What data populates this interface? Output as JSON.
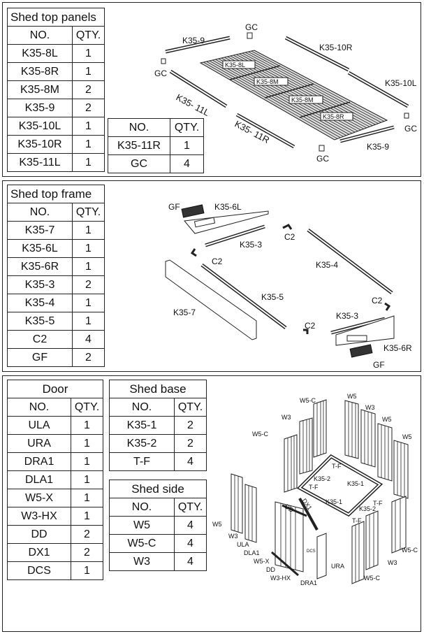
{
  "top_panels": {
    "title": "Shed top panels",
    "header_no": "NO.",
    "header_qty": "QTY.",
    "rows": [
      {
        "no": "K35-8L",
        "qty": "1"
      },
      {
        "no": "K35-8R",
        "qty": "1"
      },
      {
        "no": "K35-8M",
        "qty": "2"
      },
      {
        "no": "K35-9",
        "qty": "2"
      },
      {
        "no": "K35-10L",
        "qty": "1"
      },
      {
        "no": "K35-10R",
        "qty": "1"
      },
      {
        "no": "K35-11L",
        "qty": "1"
      }
    ],
    "extra_rows": [
      {
        "no": "K35-11R",
        "qty": "1"
      },
      {
        "no": "GC",
        "qty": "4"
      }
    ],
    "diagram_labels": {
      "k35_9_top": "K35-9",
      "gc_top": "GC",
      "k35_10r": "K35-10R",
      "k35_10l": "K35-10L",
      "gc_left": "GC",
      "k35_8l": "K35-8L",
      "k35_8m_a": "K35-8M",
      "k35_8m_b": "K35-8M",
      "k35_8r": "K35-8R",
      "k35_11l": "K35- 11L",
      "k35_11r": "K35- 11R",
      "gc_right": "GC",
      "k35_9_bottom": "K35-9",
      "gc_bottom": "GC"
    }
  },
  "top_frame": {
    "title": "Shed top frame",
    "header_no": "NO.",
    "header_qty": "QTY.",
    "rows": [
      {
        "no": "K35-7",
        "qty": "1"
      },
      {
        "no": "K35-6L",
        "qty": "1"
      },
      {
        "no": "K35-6R",
        "qty": "1"
      },
      {
        "no": "K35-3",
        "qty": "2"
      },
      {
        "no": "K35-4",
        "qty": "1"
      },
      {
        "no": "K35-5",
        "qty": "1"
      },
      {
        "no": "C2",
        "qty": "4"
      },
      {
        "no": "GF",
        "qty": "2"
      }
    ],
    "diagram_labels": {
      "gf_top": "GF",
      "k35_6l": "K35-6L",
      "c2_a": "C2",
      "k35_3_top": "K35-3",
      "c2_b": "C2",
      "k35_4": "K35-4",
      "k35_5": "K35-5",
      "k35_7": "K35-7",
      "c2_c": "C2",
      "k35_3_bottom": "K35-3",
      "c2_d": "C2",
      "k35_6r": "K35-6R",
      "gf_bottom": "GF"
    }
  },
  "door": {
    "title": "Door",
    "header_no": "NO.",
    "header_qty": "QTY.",
    "rows": [
      {
        "no": "ULA",
        "qty": "1"
      },
      {
        "no": "URA",
        "qty": "1"
      },
      {
        "no": "DRA1",
        "qty": "1"
      },
      {
        "no": "DLA1",
        "qty": "1"
      },
      {
        "no": "W5-X",
        "qty": "1"
      },
      {
        "no": "W3-HX",
        "qty": "1"
      },
      {
        "no": "DD",
        "qty": "2"
      },
      {
        "no": "DX1",
        "qty": "2"
      },
      {
        "no": "DCS",
        "qty": "1"
      }
    ]
  },
  "shed_base": {
    "title": "Shed base",
    "header_no": "NO.",
    "header_qty": "QTY.",
    "rows": [
      {
        "no": "K35-1",
        "qty": "2"
      },
      {
        "no": "K35-2",
        "qty": "2"
      },
      {
        "no": "T-F",
        "qty": "4"
      }
    ]
  },
  "shed_side": {
    "title": "Shed side",
    "header_no": "NO.",
    "header_qty": "QTY.",
    "rows": [
      {
        "no": "W5",
        "qty": "4"
      },
      {
        "no": "W5-C",
        "qty": "4"
      },
      {
        "no": "W3",
        "qty": "4"
      }
    ]
  },
  "walls_diagram_labels": {
    "w5c_top": "W5-C",
    "w5_top": "W5",
    "w3_top_l": "W3",
    "w3_top_r": "W3",
    "w5_r1": "W5",
    "w5c_left": "W5-C",
    "w5_r2": "W5",
    "tf_top": "T-F",
    "k35_2_a": "K35-2",
    "tf_a": "T-F",
    "k35_1_a": "K35-1",
    "dd": "DD",
    "dx1": "DX1",
    "k35_1_b": "K35-1",
    "k35_2_b": "K35-2",
    "tf_r": "T-F",
    "tf_b": "T-F",
    "w5_left": "W5",
    "w3_left": "W3",
    "ula": "ULA",
    "dla1": "DLA1",
    "w5x": "W5-X",
    "dd2": "DD",
    "w3hx": "W3-HX",
    "dra1": "DRA1",
    "ura": "URA",
    "dcs": "DCS",
    "w5c_br": "W5-C",
    "w3_br": "W3",
    "w5c_r": "W5-C"
  }
}
